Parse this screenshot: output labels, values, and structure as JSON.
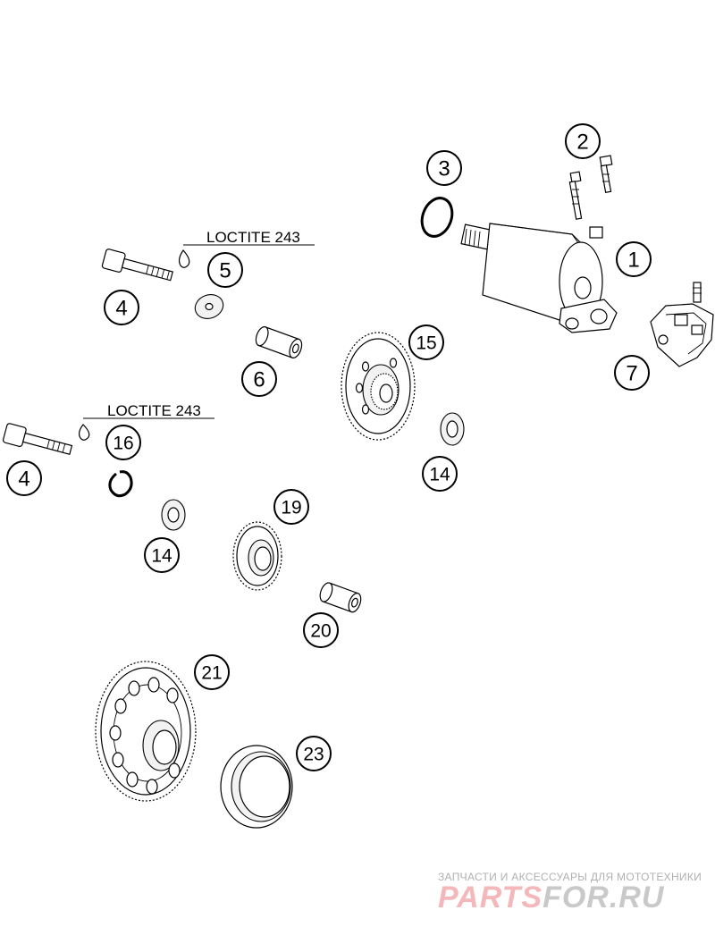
{
  "callouts": [
    {
      "id": "callout-1",
      "label": "1"
    },
    {
      "id": "callout-2",
      "label": "2"
    },
    {
      "id": "callout-3",
      "label": "3"
    },
    {
      "id": "callout-4a",
      "label": "4"
    },
    {
      "id": "callout-5",
      "label": "5"
    },
    {
      "id": "callout-6",
      "label": "6"
    },
    {
      "id": "callout-7",
      "label": "7"
    },
    {
      "id": "callout-15",
      "label": "15"
    },
    {
      "id": "callout-4b",
      "label": "4"
    },
    {
      "id": "callout-16",
      "label": "16"
    },
    {
      "id": "callout-14a",
      "label": "14"
    },
    {
      "id": "callout-14b",
      "label": "14"
    },
    {
      "id": "callout-19",
      "label": "19"
    },
    {
      "id": "callout-20",
      "label": "20"
    },
    {
      "id": "callout-21",
      "label": "21"
    },
    {
      "id": "callout-23",
      "label": "23"
    }
  ],
  "notes": {
    "loctite_upper": "LOCTITE 243",
    "loctite_lower": "LOCTITE 243"
  },
  "watermark": {
    "tagline": "ЗАПЧАСТИ И АКСЕССУАРЫ ДЛЯ МОТОТЕХНИКИ",
    "brand_left": "PARTS",
    "brand_right": "FOR.RU",
    "color_left": "#f4b8ba",
    "color_right": "#c9c9c9"
  }
}
